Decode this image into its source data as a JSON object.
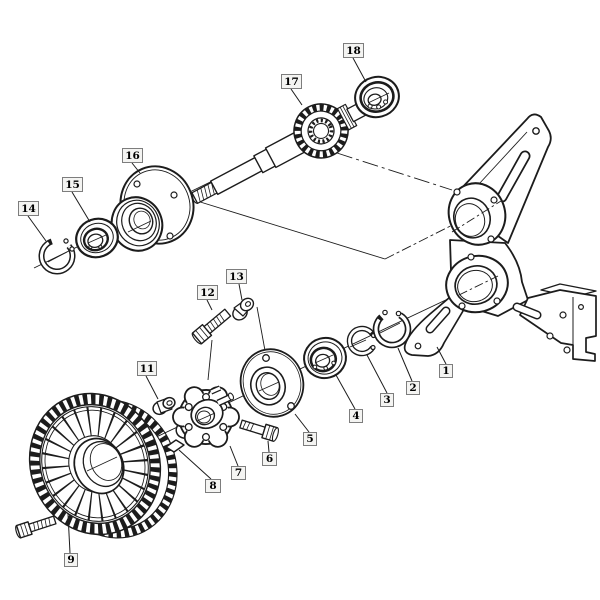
{
  "diagram": {
    "kind": "exploded parts diagram",
    "background_color": "#ffffff",
    "line_color": "#1c1c1c",
    "callout_style": {
      "fill": "#f4f4f2",
      "border_color": "#7d7d7d",
      "text_color": "#000000"
    },
    "callouts": [
      {
        "number": "1",
        "part": "support-bracket"
      },
      {
        "number": "2",
        "part": "snap-ring-large"
      },
      {
        "number": "3",
        "part": "snap-ring-small"
      },
      {
        "number": "4",
        "part": "ball-bearing"
      },
      {
        "number": "5",
        "part": "bearing-flange"
      },
      {
        "number": "6",
        "part": "cap-screw"
      },
      {
        "number": "7",
        "part": "hub"
      },
      {
        "number": "8",
        "part": "key"
      },
      {
        "number": "9",
        "part": "drive-gear"
      },
      {
        "number": "11",
        "part": "nut"
      },
      {
        "number": "12",
        "part": "cap-screw"
      },
      {
        "number": "13",
        "part": "lock-nut"
      },
      {
        "number": "14",
        "part": "snap-ring"
      },
      {
        "number": "15",
        "part": "ball-bearing"
      },
      {
        "number": "16",
        "part": "bearing-housing"
      },
      {
        "number": "17",
        "part": "gear-shaft"
      },
      {
        "number": "18",
        "part": "ball-bearing"
      }
    ]
  }
}
